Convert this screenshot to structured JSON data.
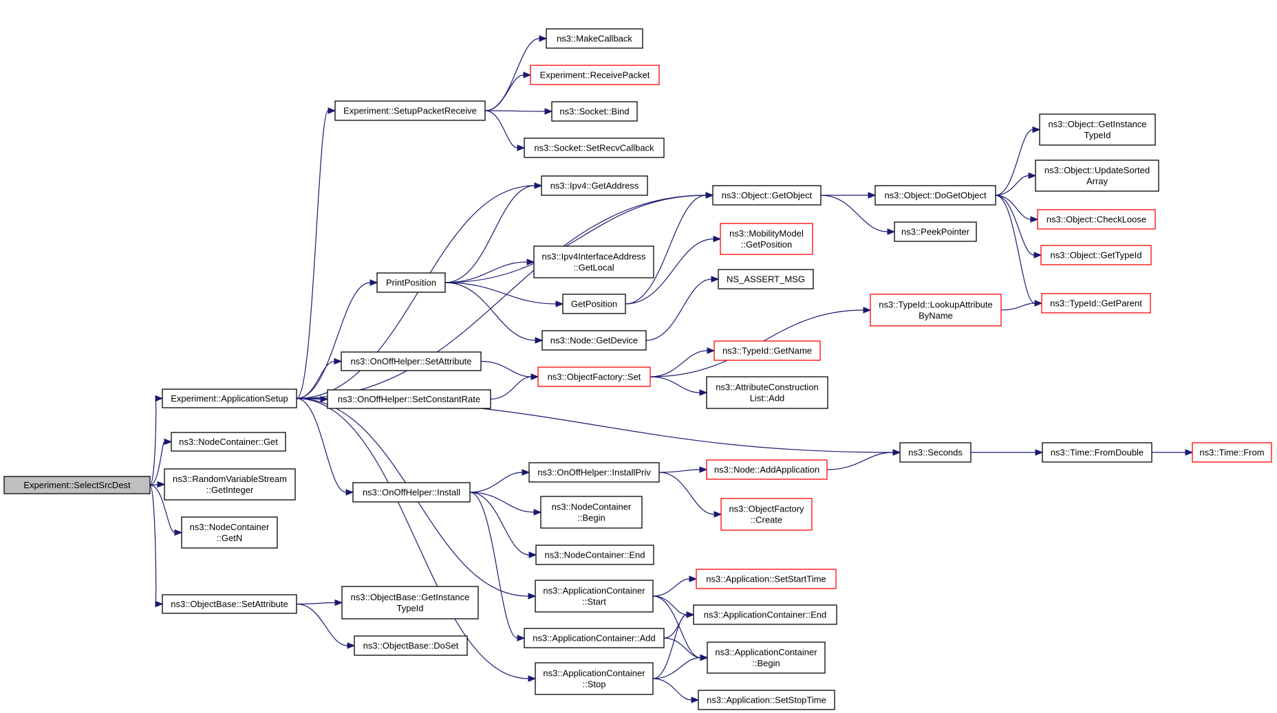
{
  "diagram": {
    "title": "",
    "colors": {
      "edge": "#191970",
      "root_fill": "#bfbfbf",
      "node_border": "#000000",
      "truncated_border": "#ff0000",
      "background": "#ffffff"
    },
    "nodes": [
      {
        "id": "n0",
        "lines": [
          "Experiment::SelectSrcDest"
        ],
        "root": true
      },
      {
        "id": "n1",
        "lines": [
          "Experiment::ApplicationSetup"
        ]
      },
      {
        "id": "n2",
        "lines": [
          "ns3::NodeContainer::Get"
        ]
      },
      {
        "id": "n3",
        "lines": [
          "ns3::RandomVariableStream",
          "::GetInteger"
        ]
      },
      {
        "id": "n4",
        "lines": [
          "ns3::NodeContainer",
          "::GetN"
        ]
      },
      {
        "id": "n5",
        "lines": [
          "ns3::ObjectBase::SetAttribute"
        ]
      },
      {
        "id": "n6",
        "lines": [
          "ns3::ObjectBase::GetInstance",
          "TypeId"
        ]
      },
      {
        "id": "n7",
        "lines": [
          "ns3::ObjectBase::DoSet"
        ]
      },
      {
        "id": "n8",
        "lines": [
          "Experiment::SetupPacketReceive"
        ]
      },
      {
        "id": "n9",
        "lines": [
          "PrintPosition"
        ]
      },
      {
        "id": "n10",
        "lines": [
          "ns3::OnOffHelper::SetAttribute"
        ]
      },
      {
        "id": "n11",
        "lines": [
          "ns3::OnOffHelper::SetConstantRate"
        ]
      },
      {
        "id": "n12",
        "lines": [
          "ns3::OnOffHelper::Install"
        ]
      },
      {
        "id": "n13",
        "lines": [
          "ns3::MakeCallback"
        ]
      },
      {
        "id": "n14",
        "lines": [
          "Experiment::ReceivePacket"
        ],
        "truncated": true
      },
      {
        "id": "n15",
        "lines": [
          "ns3::Socket::Bind"
        ]
      },
      {
        "id": "n16",
        "lines": [
          "ns3::Socket::SetRecvCallback"
        ]
      },
      {
        "id": "n17",
        "lines": [
          "ns3::Ipv4::GetAddress"
        ]
      },
      {
        "id": "n18",
        "lines": [
          "ns3::Ipv4InterfaceAddress",
          "::GetLocal"
        ]
      },
      {
        "id": "n19",
        "lines": [
          "GetPosition"
        ]
      },
      {
        "id": "n20",
        "lines": [
          "ns3::Node::GetDevice"
        ]
      },
      {
        "id": "n21",
        "lines": [
          "ns3::ObjectFactory::Set"
        ],
        "truncated": true
      },
      {
        "id": "n22",
        "lines": [
          "ns3::OnOffHelper::InstallPriv"
        ]
      },
      {
        "id": "n23",
        "lines": [
          "ns3::NodeContainer",
          "::Begin"
        ]
      },
      {
        "id": "n24",
        "lines": [
          "ns3::NodeContainer::End"
        ]
      },
      {
        "id": "n25",
        "lines": [
          "ns3::ApplicationContainer",
          "::Start"
        ]
      },
      {
        "id": "n26",
        "lines": [
          "ns3::ApplicationContainer::Add"
        ]
      },
      {
        "id": "n27",
        "lines": [
          "ns3::ApplicationContainer",
          "::Stop"
        ]
      },
      {
        "id": "n28",
        "lines": [
          "ns3::Object::GetObject"
        ]
      },
      {
        "id": "n29",
        "lines": [
          "ns3::MobilityModel",
          "::GetPosition"
        ],
        "truncated": true
      },
      {
        "id": "n30",
        "lines": [
          "NS_ASSERT_MSG"
        ]
      },
      {
        "id": "n31",
        "lines": [
          "ns3::TypeId::LookupAttribute",
          "ByName"
        ],
        "truncated": true
      },
      {
        "id": "n32",
        "lines": [
          "ns3::TypeId::GetName"
        ],
        "truncated": true
      },
      {
        "id": "n33",
        "lines": [
          "ns3::AttributeConstruction",
          "List::Add"
        ]
      },
      {
        "id": "n34",
        "lines": [
          "ns3::Seconds"
        ]
      },
      {
        "id": "n35",
        "lines": [
          "ns3::Node::AddApplication"
        ],
        "truncated": true
      },
      {
        "id": "n36",
        "lines": [
          "ns3::ObjectFactory",
          "::Create"
        ],
        "truncated": true
      },
      {
        "id": "n37",
        "lines": [
          "ns3::Application::SetStartTime"
        ],
        "truncated": true
      },
      {
        "id": "n38",
        "lines": [
          "ns3::ApplicationContainer::End"
        ]
      },
      {
        "id": "n39",
        "lines": [
          "ns3::ApplicationContainer",
          "::Begin"
        ]
      },
      {
        "id": "n40",
        "lines": [
          "ns3::Application::SetStopTime"
        ]
      },
      {
        "id": "n41",
        "lines": [
          "ns3::Object::DoGetObject"
        ]
      },
      {
        "id": "n42",
        "lines": [
          "ns3::PeekPointer"
        ]
      },
      {
        "id": "n43",
        "lines": [
          "ns3::Object::GetInstance",
          "TypeId"
        ]
      },
      {
        "id": "n44",
        "lines": [
          "ns3::Object::UpdateSorted",
          "Array"
        ]
      },
      {
        "id": "n45",
        "lines": [
          "ns3::Object::CheckLoose"
        ],
        "truncated": true
      },
      {
        "id": "n46",
        "lines": [
          "ns3::Object::GetTypeId"
        ],
        "truncated": true
      },
      {
        "id": "n47",
        "lines": [
          "ns3::TypeId::GetParent"
        ],
        "truncated": true
      },
      {
        "id": "n48",
        "lines": [
          "ns3::Time::FromDouble"
        ]
      },
      {
        "id": "n49",
        "lines": [
          "ns3::Time::From"
        ],
        "truncated": true
      }
    ],
    "edges": [
      [
        "n0",
        "n1"
      ],
      [
        "n0",
        "n2"
      ],
      [
        "n0",
        "n3"
      ],
      [
        "n0",
        "n4"
      ],
      [
        "n0",
        "n5"
      ],
      [
        "n5",
        "n6"
      ],
      [
        "n5",
        "n7"
      ],
      [
        "n1",
        "n28"
      ],
      [
        "n1",
        "n8"
      ],
      [
        "n1",
        "n17"
      ],
      [
        "n1",
        "n9"
      ],
      [
        "n1",
        "n10"
      ],
      [
        "n1",
        "n11"
      ],
      [
        "n1",
        "n34"
      ],
      [
        "n1",
        "n12"
      ],
      [
        "n1",
        "n25"
      ],
      [
        "n1",
        "n27"
      ],
      [
        "n8",
        "n13"
      ],
      [
        "n8",
        "n14"
      ],
      [
        "n8",
        "n15"
      ],
      [
        "n8",
        "n16"
      ],
      [
        "n9",
        "n17"
      ],
      [
        "n9",
        "n28"
      ],
      [
        "n9",
        "n18"
      ],
      [
        "n9",
        "n19"
      ],
      [
        "n9",
        "n20"
      ],
      [
        "n19",
        "n28"
      ],
      [
        "n19",
        "n29"
      ],
      [
        "n20",
        "n30"
      ],
      [
        "n10",
        "n21"
      ],
      [
        "n11",
        "n21"
      ],
      [
        "n21",
        "n31"
      ],
      [
        "n21",
        "n32"
      ],
      [
        "n21",
        "n33"
      ],
      [
        "n31",
        "n47"
      ],
      [
        "n12",
        "n22"
      ],
      [
        "n12",
        "n23"
      ],
      [
        "n12",
        "n24"
      ],
      [
        "n12",
        "n26"
      ],
      [
        "n22",
        "n35"
      ],
      [
        "n22",
        "n36"
      ],
      [
        "n35",
        "n34"
      ],
      [
        "n25",
        "n37"
      ],
      [
        "n25",
        "n38"
      ],
      [
        "n25",
        "n39"
      ],
      [
        "n26",
        "n38"
      ],
      [
        "n26",
        "n39"
      ],
      [
        "n27",
        "n38"
      ],
      [
        "n27",
        "n39"
      ],
      [
        "n27",
        "n40"
      ],
      [
        "n28",
        "n41"
      ],
      [
        "n28",
        "n42"
      ],
      [
        "n41",
        "n43"
      ],
      [
        "n41",
        "n44"
      ],
      [
        "n41",
        "n45"
      ],
      [
        "n41",
        "n46"
      ],
      [
        "n41",
        "n47"
      ],
      [
        "n34",
        "n48"
      ],
      [
        "n48",
        "n49"
      ]
    ]
  }
}
